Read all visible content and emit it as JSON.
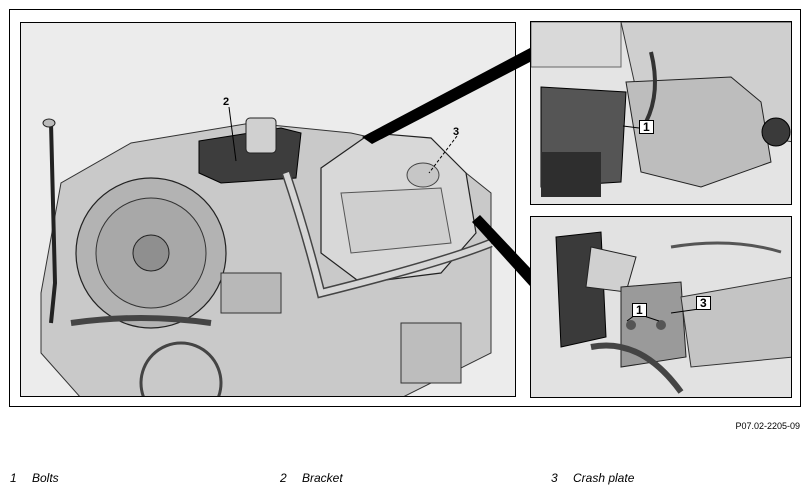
{
  "figure": {
    "code": "P07.02-2205-09"
  },
  "callouts": {
    "main_2": "2",
    "main_3": "3",
    "top_1": "1",
    "bottom_1": "1",
    "bottom_3": "3"
  },
  "legend": [
    {
      "number": "1",
      "label": "Bolts"
    },
    {
      "number": "2",
      "label": "Bracket"
    },
    {
      "number": "3",
      "label": "Crash plate"
    }
  ]
}
